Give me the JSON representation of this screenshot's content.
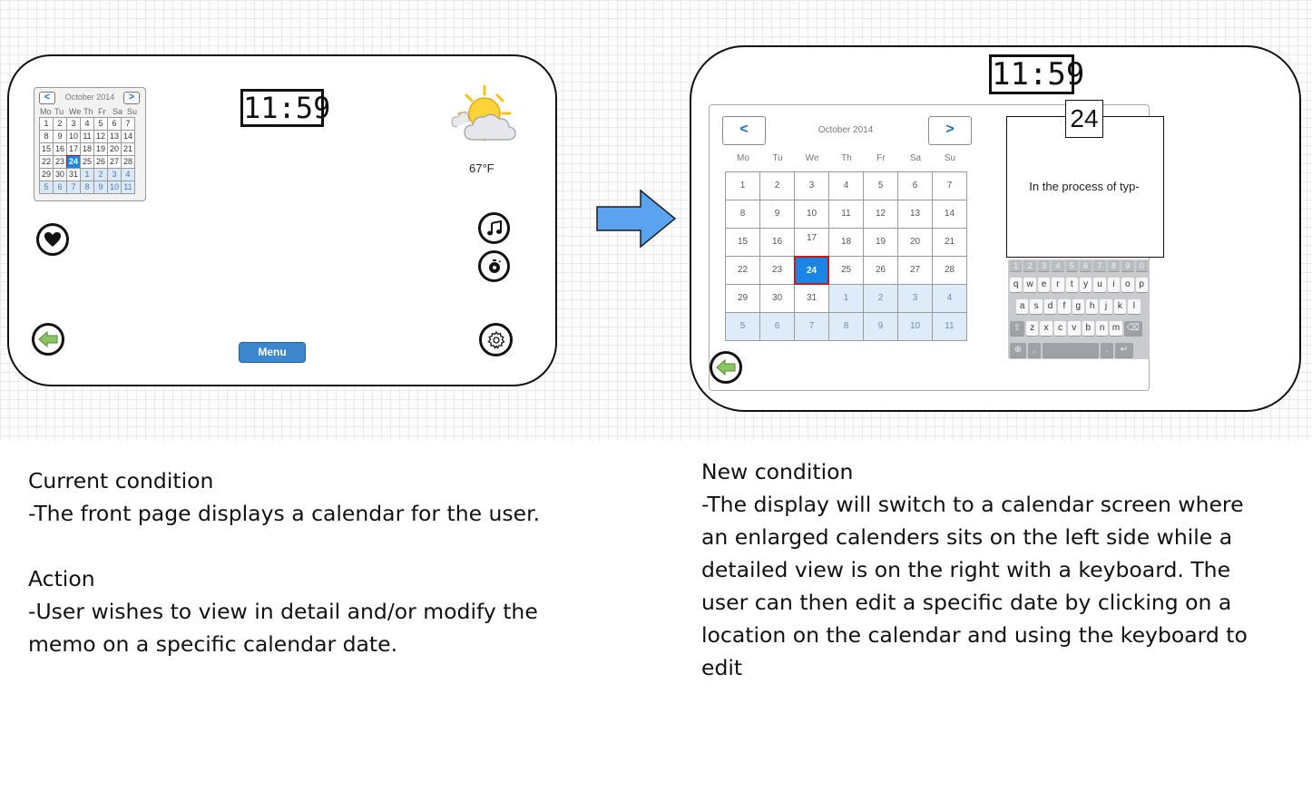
{
  "current_screen": {
    "mini_calendar": {
      "prev_label": "<",
      "next_label": ">",
      "month_title": "October 2014",
      "weekdays": [
        "Mo",
        "Tu",
        "We",
        "Th",
        "Fr",
        "Sa",
        "Su"
      ],
      "days": [
        "1",
        "2",
        "3",
        "4",
        "5",
        "6",
        "7",
        "8",
        "9",
        "10",
        "11",
        "12",
        "13",
        "14",
        "15",
        "16",
        "17",
        "18",
        "19",
        "20",
        "21",
        "22",
        "23",
        "24",
        "25",
        "26",
        "27",
        "28",
        "29",
        "30",
        "31",
        "1",
        "2",
        "3",
        "4",
        "5",
        "6",
        "7",
        "8",
        "9",
        "10",
        "11"
      ],
      "selected_day": "24"
    },
    "clock": "11:59",
    "weather_icon": "partly-cloudy-icon",
    "temperature": "67°F",
    "menu_label": "Menu",
    "icons": [
      "heart-icon",
      "music-icon",
      "timer-icon",
      "back-arrow-icon",
      "gear-icon"
    ]
  },
  "new_screen": {
    "clock": "11:59",
    "calendar": {
      "prev_label": "<",
      "next_label": ">",
      "month_title": "October 2014",
      "weekdays": [
        "Mo",
        "Tu",
        "We",
        "Th",
        "Fr",
        "Sa",
        "Su"
      ],
      "days": [
        "1",
        "2",
        "3",
        "4",
        "5",
        "6",
        "7",
        "8",
        "9",
        "10",
        "11",
        "12",
        "13",
        "14",
        "15",
        "16",
        "17",
        "18",
        "19",
        "20",
        "21",
        "22",
        "23",
        "24",
        "25",
        "26",
        "27",
        "28",
        "29",
        "30",
        "31",
        "1",
        "2",
        "3",
        "4",
        "5",
        "6",
        "7",
        "8",
        "9",
        "10",
        "11"
      ],
      "selected_day": "24"
    },
    "detail": {
      "day": "24",
      "text": "In the process of typ-"
    },
    "keyboard": {
      "numbers": [
        "1",
        "2",
        "3",
        "4",
        "5",
        "6",
        "7",
        "8",
        "9",
        "0"
      ],
      "row1": [
        "q",
        "w",
        "e",
        "r",
        "t",
        "y",
        "u",
        "i",
        "o",
        "p"
      ],
      "row2": [
        "a",
        "s",
        "d",
        "f",
        "g",
        "h",
        "j",
        "k",
        "l"
      ],
      "row3": [
        "z",
        "x",
        "c",
        "v",
        "b",
        "n",
        "m"
      ]
    }
  },
  "notes": {
    "current_title": "Current condition",
    "current_body": "-The front page displays a calendar for the user.",
    "action_title": "Action",
    "action_line1": "-User wishes to view in detail and/or modify the",
    "action_line2": "memo on a specific calendar date.",
    "new_title": "New condition",
    "new_line1": "-The display will switch to a calendar screen where",
    "new_line2": "an enlarged calenders sits on the left side while a",
    "new_line3": "detailed view is on the right with a keyboard. The",
    "new_line4": "user can then edit a specific date by clicking on a",
    "new_line5": "location on the calendar and using the keyboard to",
    "new_line6": "edit"
  }
}
